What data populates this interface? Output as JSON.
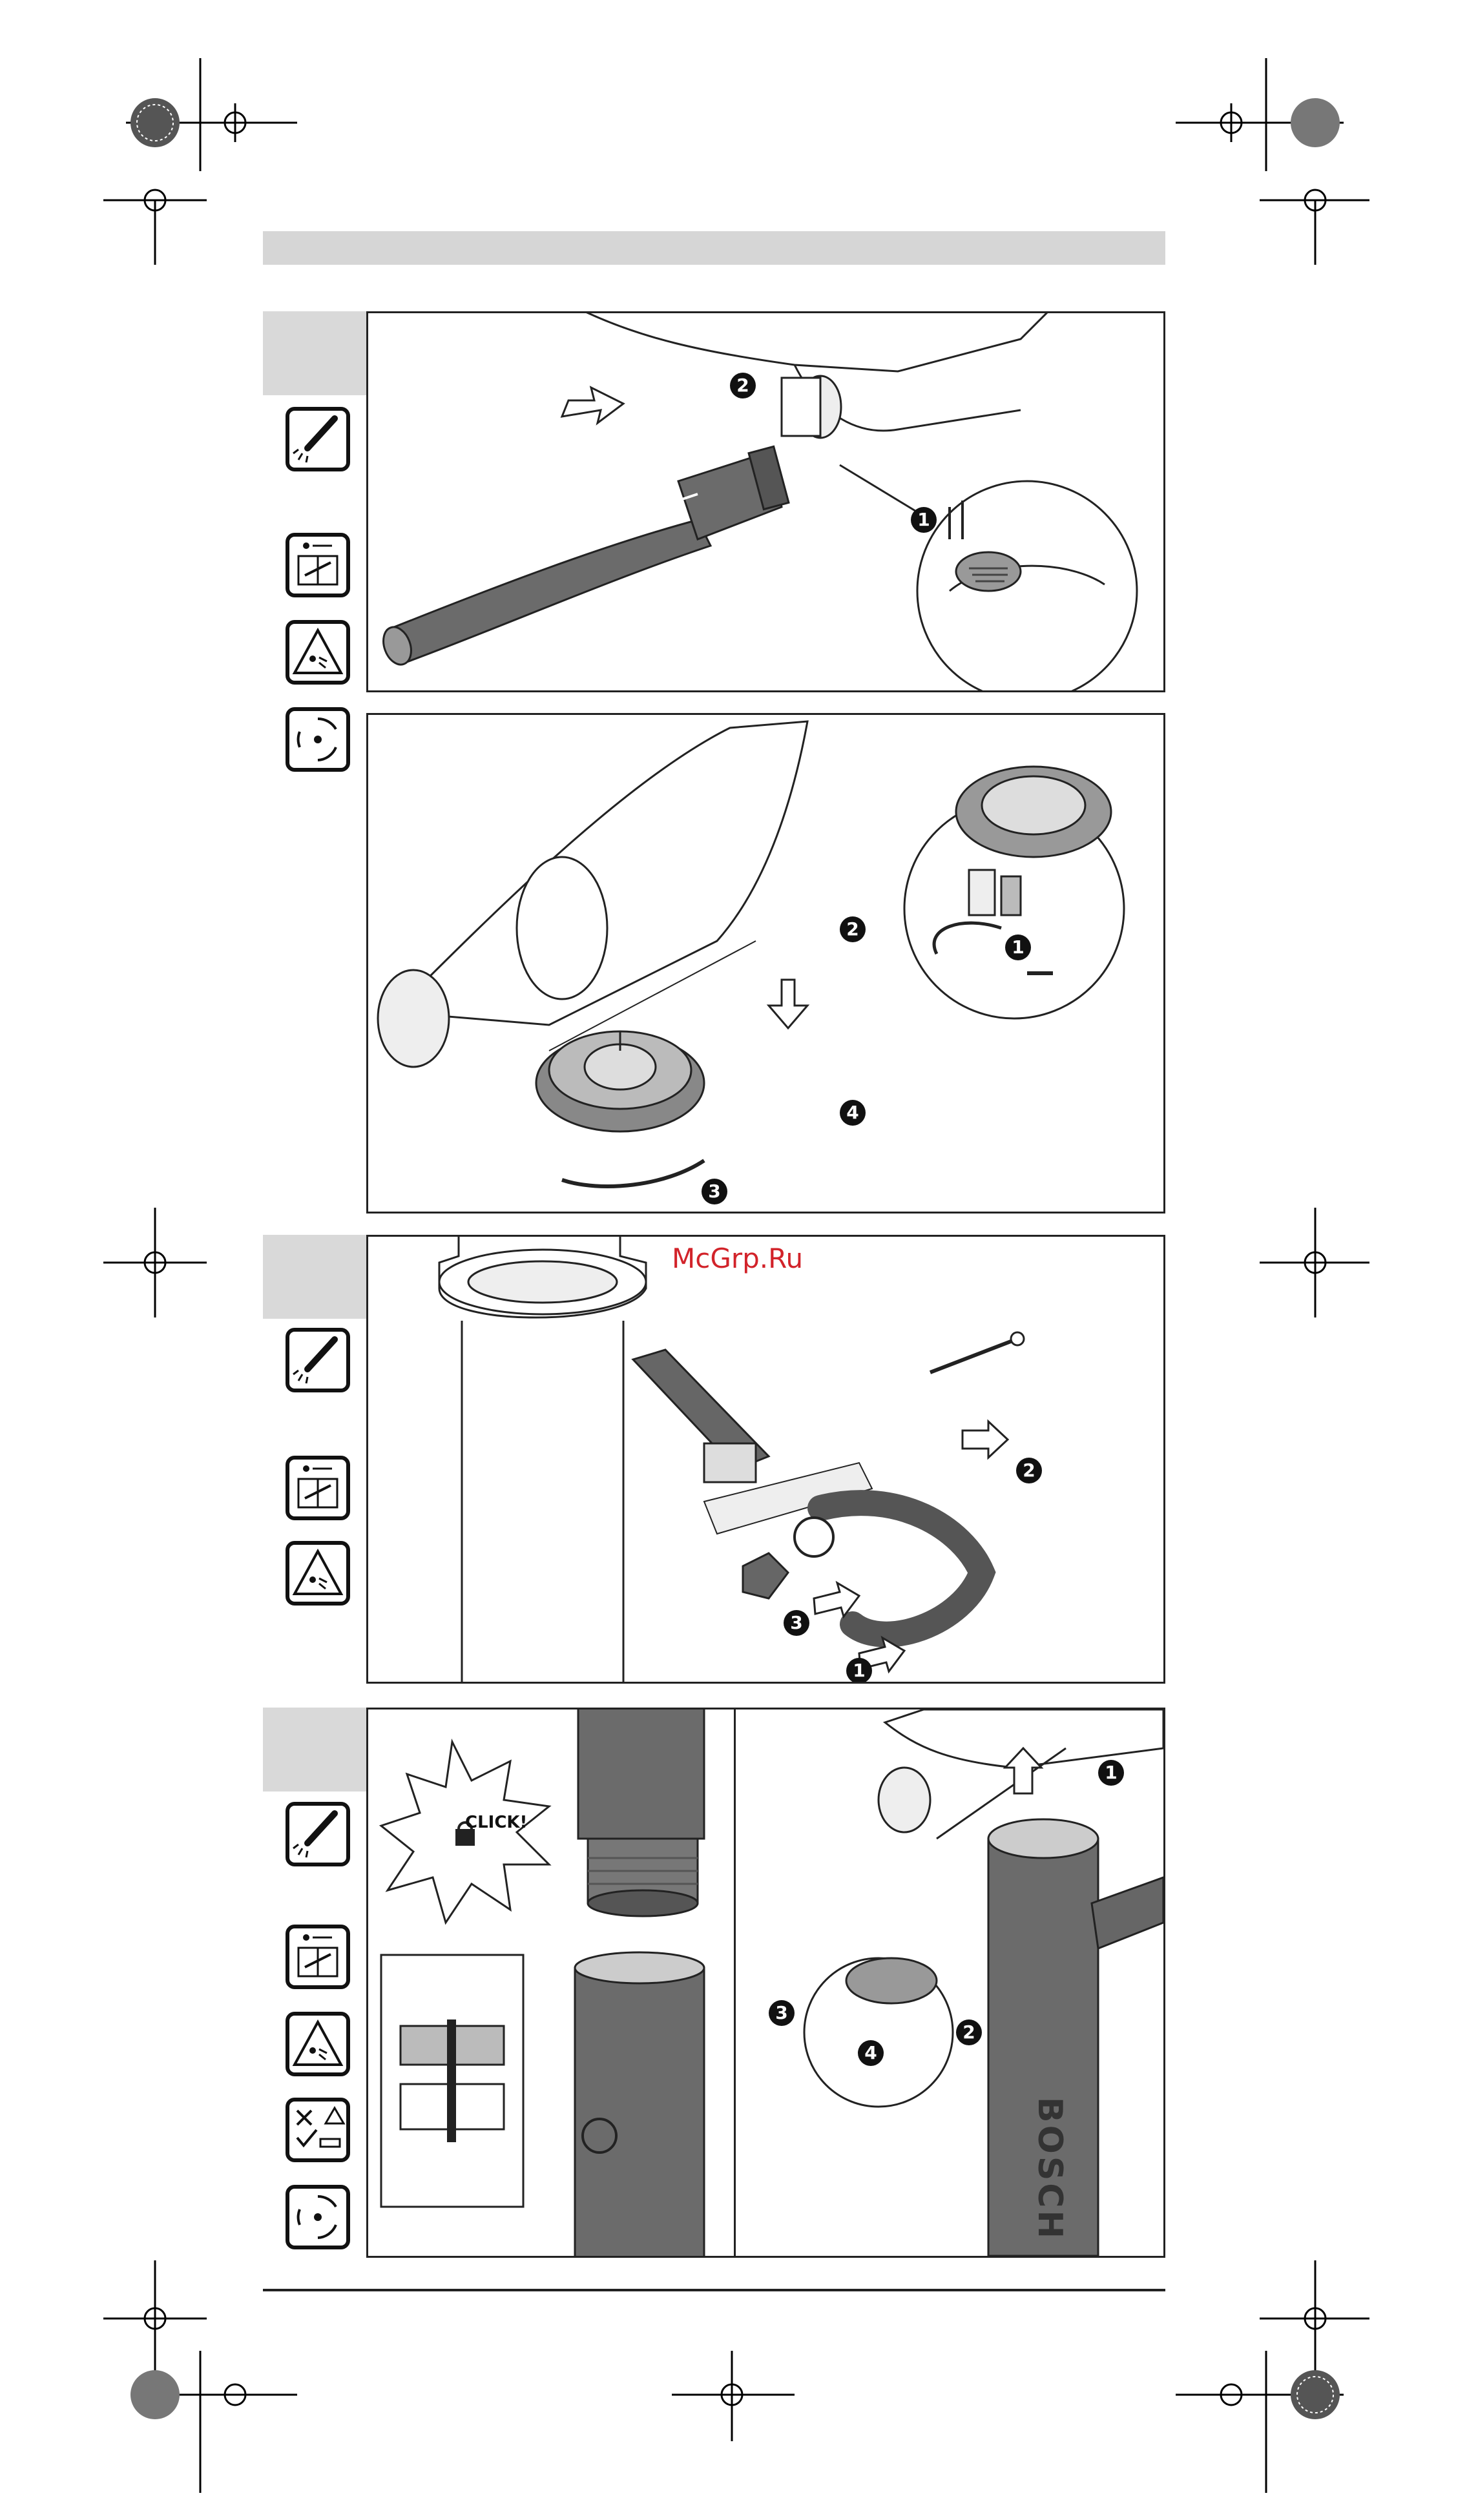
{
  "watermark": "McGrp.Ru",
  "click_label": "CLICK!",
  "brand_text": "BOSCH",
  "step_numbers": [
    "1",
    "2",
    "3",
    "4"
  ],
  "icons": {
    "wear_goggles": "safety-goggles-icon",
    "read_manual": "read-manual-icon",
    "warning": "warning-triangle-icon",
    "rotating_blades": "rotating-blades-icon",
    "accessories": "accessories-icon"
  },
  "colors": {
    "frame": "#222222",
    "tab": "#d9d9d9",
    "header": "#d6d6d6",
    "watermark": "#d2232a",
    "tube": "#6b6b6b"
  }
}
